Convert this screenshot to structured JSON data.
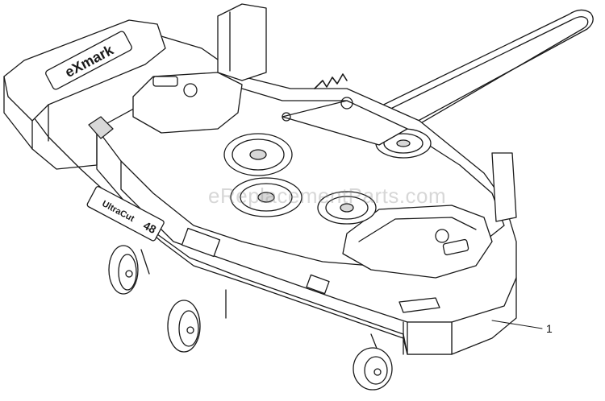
{
  "diagram": {
    "callout_label": "1",
    "watermark_text": "eReplacementParts.com",
    "brand_logo_text": "eXmark",
    "deck_badge_text": "UltraCut",
    "deck_badge_size": "48",
    "line_color": "#1a1a1a",
    "fill_color": "#ffffff",
    "shade_color": "#d8d8d8"
  }
}
